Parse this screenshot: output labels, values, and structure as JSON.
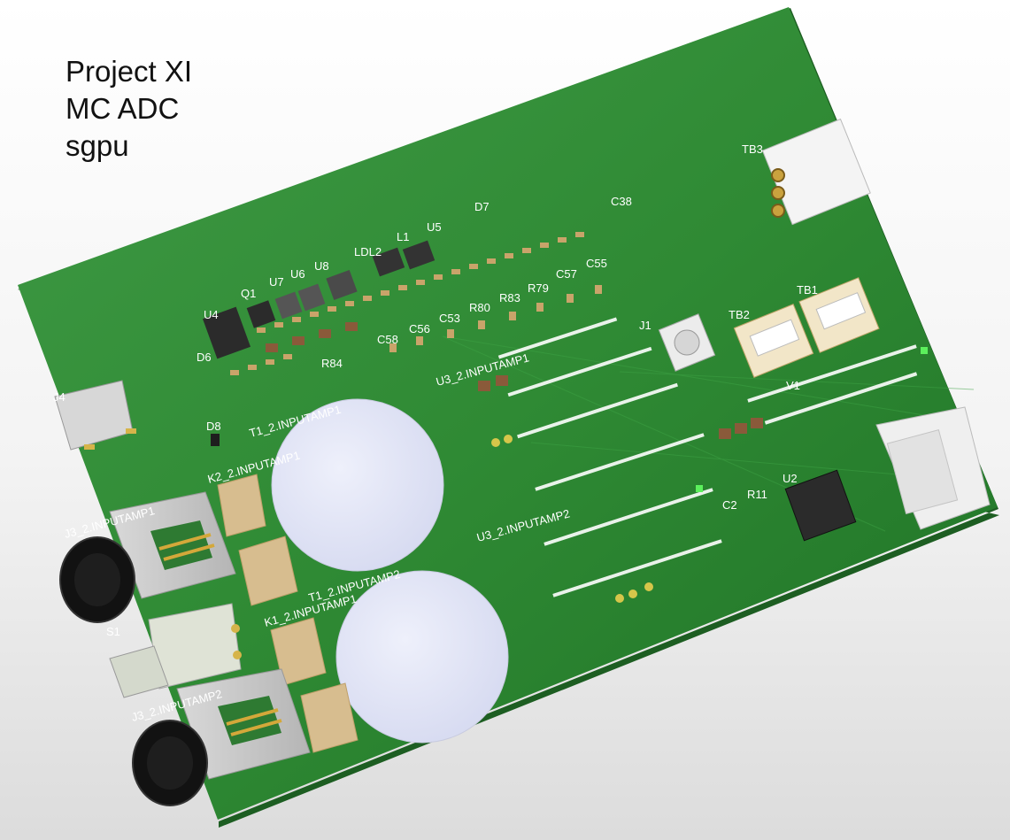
{
  "title_lines": [
    "Project XI",
    "MC ADC",
    "sgpu"
  ],
  "colors": {
    "board": "#2f8a34",
    "silkscreen": "#ffffff",
    "copper_pad": "#c9a46a",
    "disc": "#dfe3f7",
    "ic_body": "#2b2b2b",
    "background": "#f0f0f0"
  },
  "labels": {
    "tb3": "TB3",
    "tb2": "TB2",
    "tb1": "TB1",
    "j1": "J1",
    "j4": "J4",
    "d6": "D6",
    "d8": "D8",
    "d7": "D7",
    "q1": "Q1",
    "u4": "U4",
    "u7": "U7",
    "u6": "U6",
    "u8": "U8",
    "u5": "U5",
    "ldl2": "LDL2",
    "l1": "L1",
    "c38": "C38",
    "c58": "C58",
    "c56": "C56",
    "c53": "C53",
    "r80": "R80",
    "r83": "R83",
    "r79": "R79",
    "c57": "C57",
    "c55": "C55",
    "r84": "R84",
    "u2": "U2",
    "c2": "C2",
    "r11": "R11",
    "v1": "V1",
    "s1": "S1",
    "t1_1": "T1_2.INPUTAMP1",
    "t1_2": "T1_2.INPUTAMP2",
    "k2_1": "K2_2.INPUTAMP1",
    "k1_1": "K1_2.INPUTAMP1",
    "j3_1": "J3_2.INPUTAMP1",
    "j3_2": "J3_2.INPUTAMP2",
    "u3_1": "U3_2.INPUTAMP1",
    "u3_2": "U3_2.INPUTAMP2"
  }
}
